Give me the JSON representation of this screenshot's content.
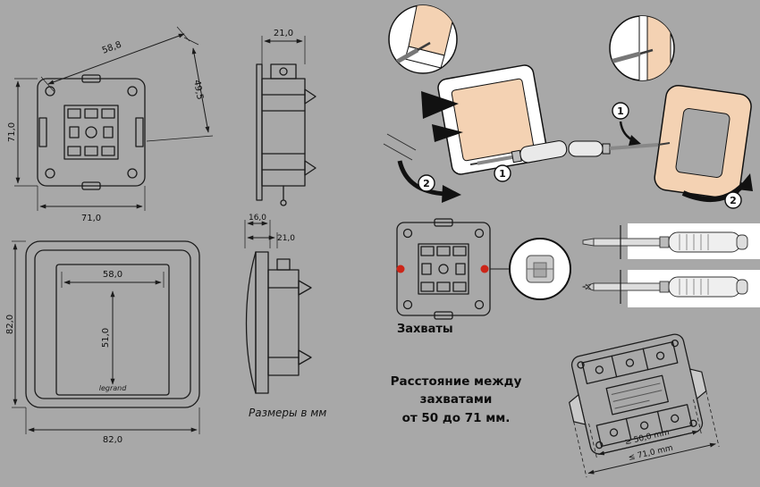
{
  "colors": {
    "background": "#a8a8a8",
    "line": "#1b1b1b",
    "paper": "#ffffff",
    "switch_face": "#f4d2b3",
    "grip_marker": "#cc2518"
  },
  "dimension_views": {
    "mechanism_front": {
      "height": "71,0",
      "diagonal": "58,8",
      "claw_span": "49,5",
      "width": "71,0"
    },
    "mechanism_side": {
      "depth": "21,0"
    },
    "switch_front": {
      "height": "82,0",
      "rocker_width": "58,0",
      "rocker_height": "51,0",
      "width": "82,0",
      "brand": "legrand"
    },
    "switch_side": {
      "cover_depth": "16,0",
      "total_depth": "21,0"
    },
    "units_note": "Размеры в мм"
  },
  "installation": {
    "remove_rocker_steps": {
      "step1": "1",
      "step2": "2"
    },
    "remove_frame_steps": {
      "step1": "1",
      "step2": "2"
    },
    "grips_label": "Захваты",
    "distance_note": {
      "line1": "Расстояние между",
      "line2": "захватами",
      "line3": "от 50 до 71 мм."
    },
    "grip_distance": {
      "min": "≥ 50,0 mm",
      "max": "≤ 71,0 mm"
    }
  }
}
